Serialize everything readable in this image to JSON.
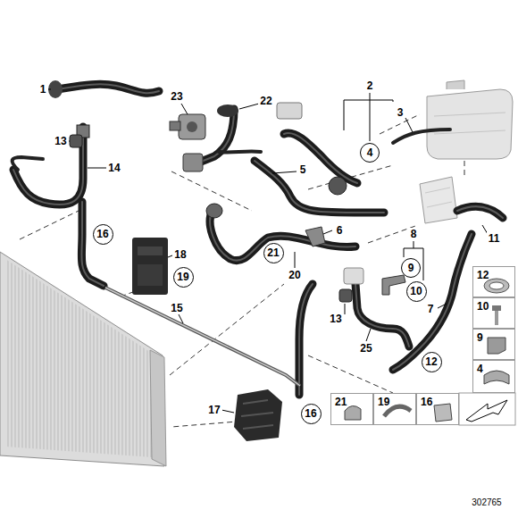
{
  "diagram": {
    "nodes": [
      {
        "text": [
          "4"
        ]
      },
      {
        "text": [
          "16"
        ]
      },
      {
        "text": [
          "21"
        ]
      },
      {
        "text": [
          "19"
        ]
      },
      {
        "text": [
          "9"
        ]
      },
      {
        "text": [
          "10"
        ]
      },
      {
        "text": [
          "12"
        ]
      },
      {
        "text": [
          "16"
        ]
      },
      {
        "text": [
          "12"
        ]
      },
      {
        "text": [
          "10"
        ]
      },
      {
        "text": [
          "9"
        ]
      },
      {
        "text": [
          "4"
        ]
      },
      {
        "text": [
          "21"
        ]
      },
      {
        "text": [
          "19"
        ]
      },
      {
        "text": [
          "16"
        ]
      }
    ],
    "labels": [
      "1",
      "23",
      "22",
      "2",
      "3",
      "13",
      "14",
      "5",
      "18",
      "6",
      "8",
      "11",
      "15",
      "20",
      "13",
      "7",
      "25",
      "17",
      "302765"
    ]
  }
}
